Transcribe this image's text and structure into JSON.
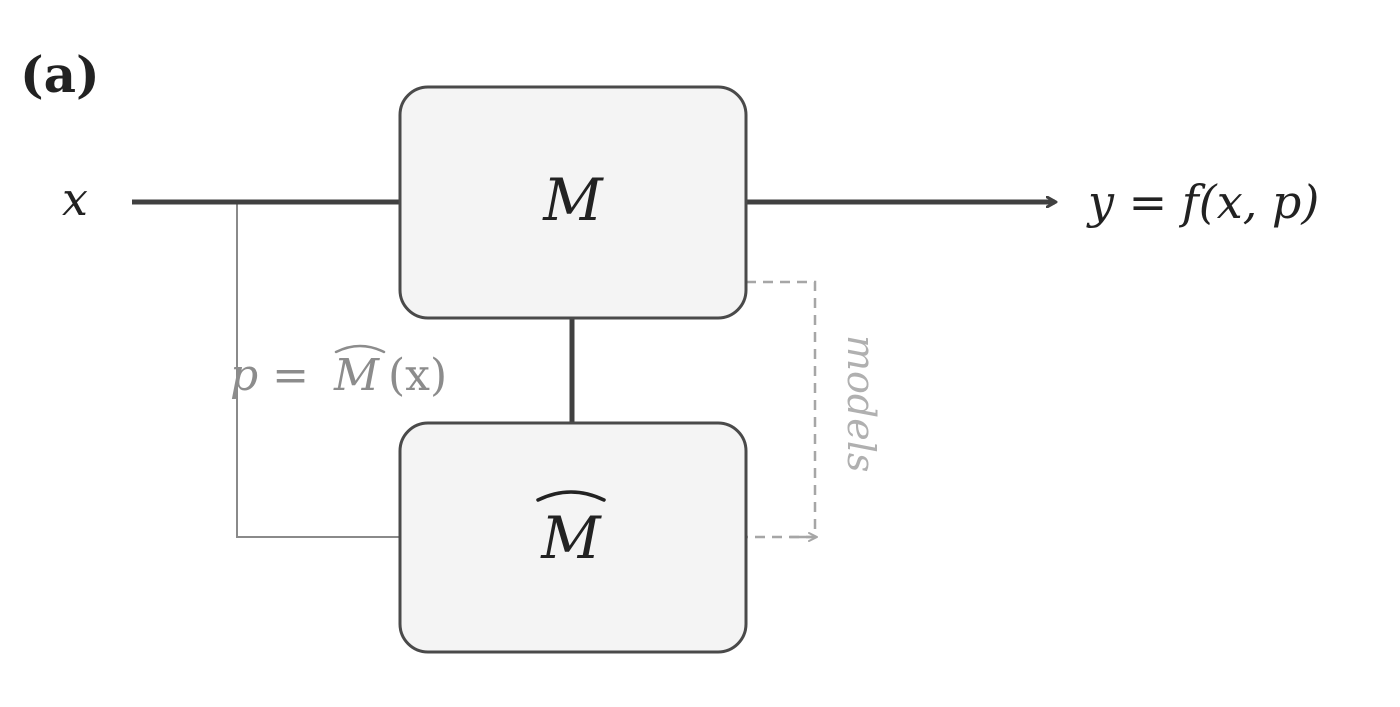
{
  "panel_label": "(a)",
  "input_label": "x",
  "output_label": "y = f(x, p)",
  "box_top_label": "M",
  "box_bottom_label": "M",
  "param_label_p": "p =",
  "param_label_m": "M",
  "param_label_arg": "(x)",
  "models_label": "models",
  "colors": {
    "main_line": "#404040",
    "thin_line": "#8a8a8a",
    "dashed_line": "#a6a6a6",
    "box_fill": "#f4f4f4",
    "box_stroke": "#4a4a4a",
    "faint_text": "#8c8c8c",
    "models_text": "#b0b0b0"
  }
}
